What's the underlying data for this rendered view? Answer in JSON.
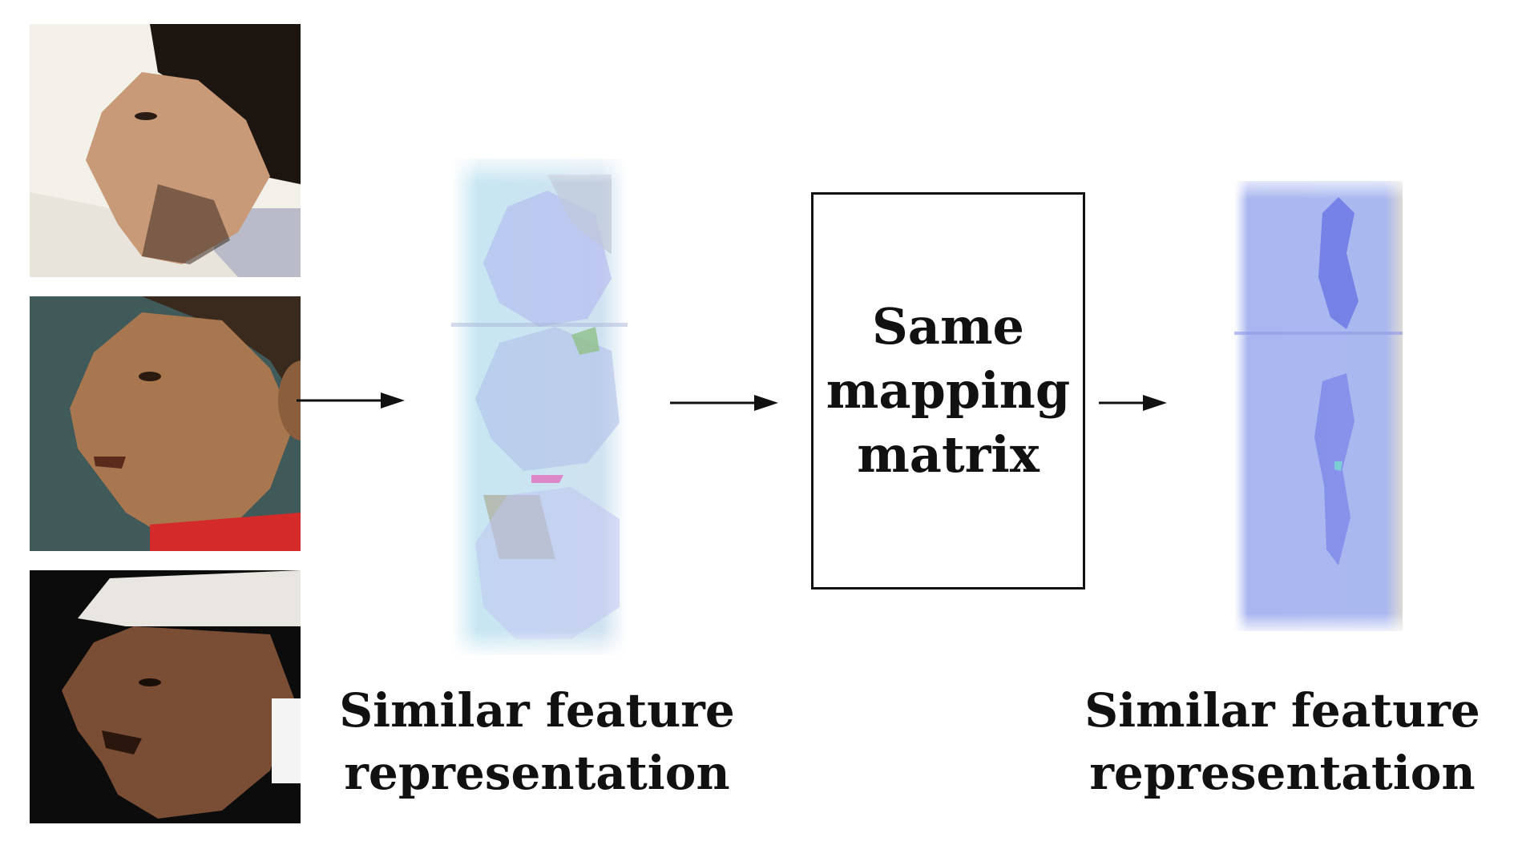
{
  "faces": [
    {
      "name": "face-1",
      "skin": "#c99a78",
      "hair": "#1d1510",
      "bg": "#f3efe9",
      "accent": "#b9bcc8"
    },
    {
      "name": "face-2",
      "skin": "#a8764f",
      "hair": "#3a2a1e",
      "bg": "#3f5a58",
      "accent": "#d42a2a"
    },
    {
      "name": "face-3",
      "skin": "#7a4e35",
      "hair": "#e9e6e2",
      "bg": "#0c0c0c",
      "accent": "#f4f4f4"
    }
  ],
  "mapping_box": {
    "lines": [
      "Same",
      "mapping",
      "matrix"
    ]
  },
  "captions": {
    "left": {
      "line1": "Similar feature",
      "line2": "representation"
    },
    "right": {
      "line1": "Similar feature",
      "line2": "representation"
    }
  },
  "colors": {
    "arrow": "#111111",
    "feature_left": "#c7e6f2",
    "feature_left_tint": "#b3b8f0",
    "feature_right": "#a9b6f0",
    "feature_right_dark": "#5a66e0"
  }
}
